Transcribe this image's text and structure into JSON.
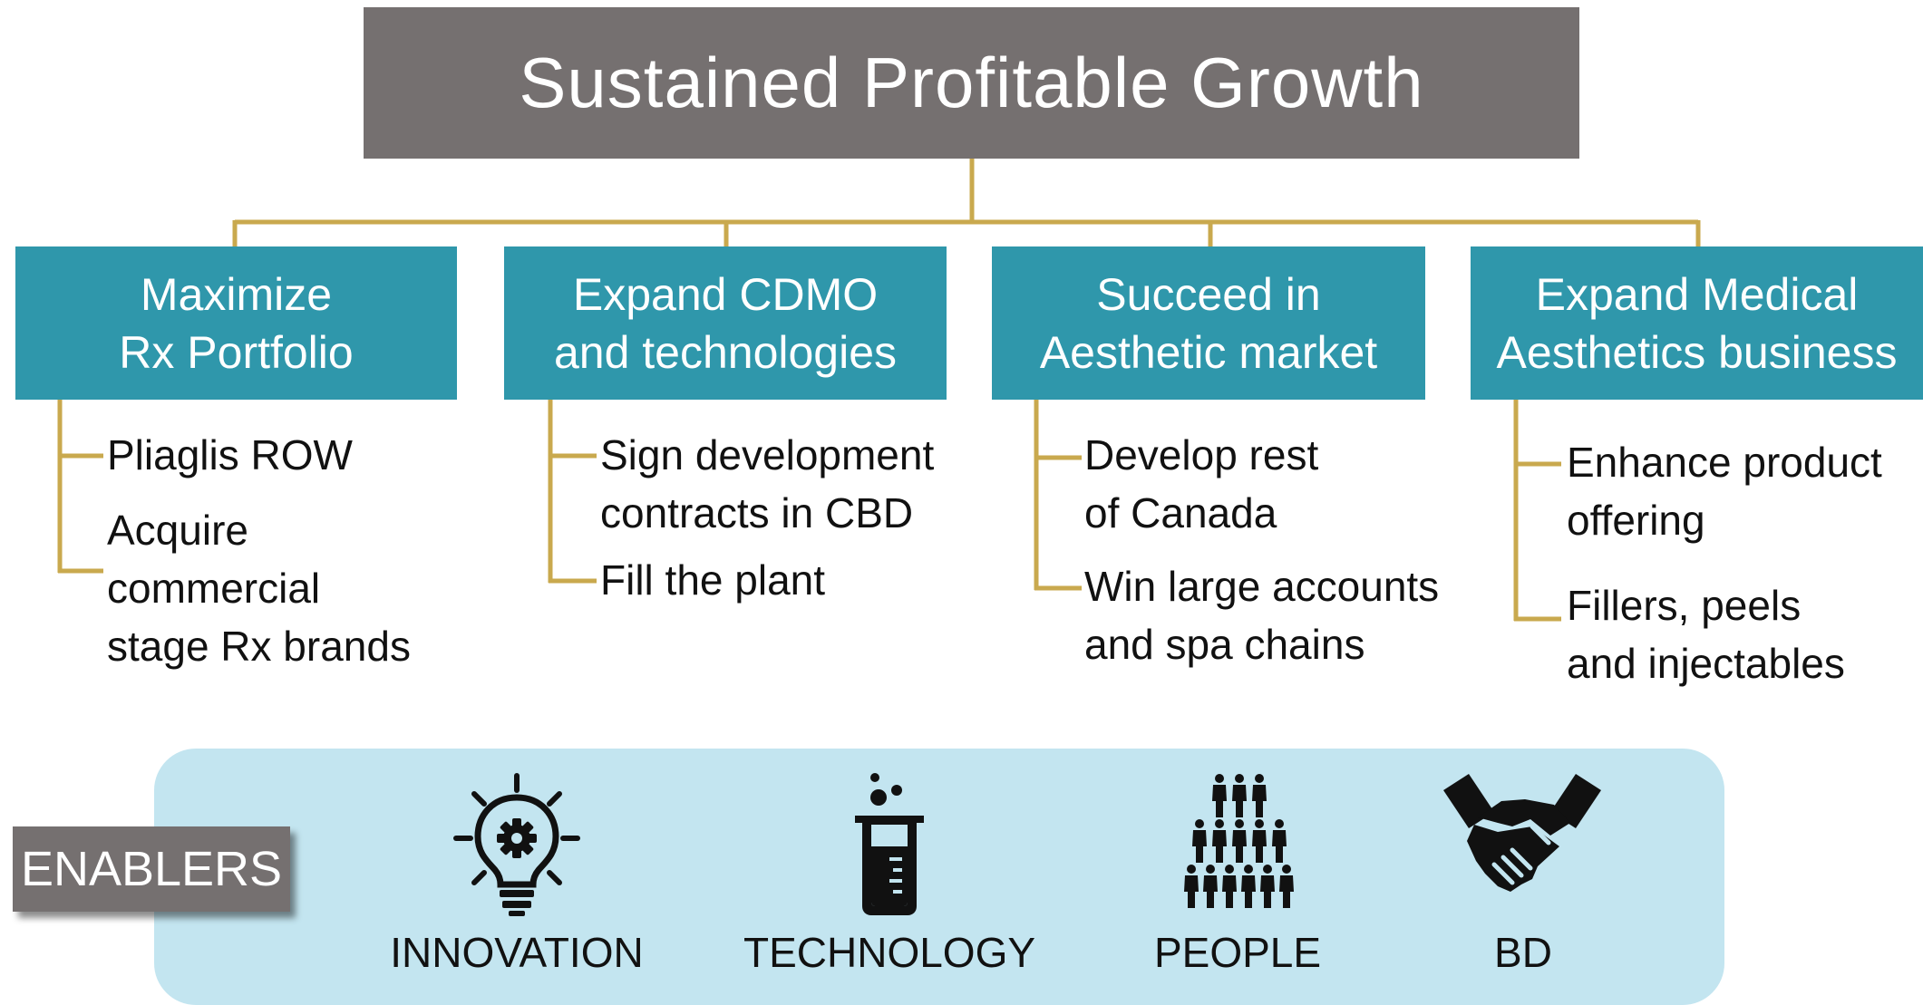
{
  "title": "Sustained Profitable Growth",
  "pillars": [
    {
      "line1": "Maximize",
      "line2": "Rx Portfolio",
      "bullets": [
        {
          "lines": [
            "Pliaglis ROW"
          ]
        },
        {
          "lines": [
            "Acquire",
            "commercial",
            "stage Rx brands"
          ]
        }
      ]
    },
    {
      "line1": "Expand CDMO",
      "line2": "and technologies",
      "bullets": [
        {
          "lines": [
            "Sign development",
            "contracts in CBD"
          ]
        },
        {
          "lines": [
            "Fill the plant"
          ]
        }
      ]
    },
    {
      "line1": "Succeed in",
      "line2": "Aesthetic market",
      "bullets": [
        {
          "lines": [
            "Develop rest",
            "of Canada"
          ]
        },
        {
          "lines": [
            "Win large accounts",
            "and spa chains"
          ]
        }
      ]
    },
    {
      "line1": "Expand Medical",
      "line2": "Aesthetics business",
      "bullets": [
        {
          "lines": [
            "Enhance product",
            "offering"
          ]
        },
        {
          "lines": [
            "Fillers, peels",
            "and injectables"
          ]
        }
      ]
    }
  ],
  "enablers": {
    "label": "ENABLERS",
    "items": [
      {
        "label": "INNOVATION",
        "icon": "lightbulb-gear-icon"
      },
      {
        "label": "TECHNOLOGY",
        "icon": "beaker-icon"
      },
      {
        "label": "PEOPLE",
        "icon": "people-group-icon"
      },
      {
        "label": "BD",
        "icon": "handshake-icon"
      }
    ]
  },
  "colors": {
    "title_box": "#757070",
    "pillar_box": "#2f97ab",
    "connector": "#c9a94e",
    "enablers_panel": "#c3e5f0"
  }
}
